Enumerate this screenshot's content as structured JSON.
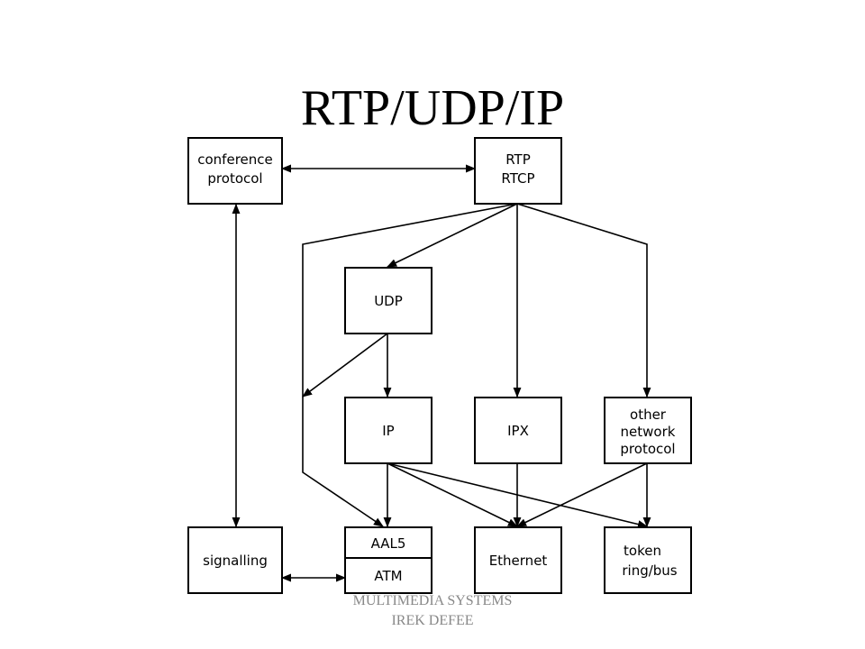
{
  "title": "RTP/UDP/IP",
  "boxes": {
    "conference": [
      "conference",
      "protocol"
    ],
    "rtp": [
      "RTP",
      "RTCP"
    ],
    "udp": [
      "UDP"
    ],
    "ip": [
      "IP"
    ],
    "ipx": [
      "IPX"
    ],
    "other": [
      "other",
      "network",
      "protocol"
    ],
    "signalling": [
      "signalling"
    ],
    "aal5": [
      "AAL5"
    ],
    "atm": [
      "ATM"
    ],
    "ethernet": [
      "Ethernet"
    ],
    "token": [
      "token",
      "ring/bus"
    ]
  },
  "footer": {
    "line1": "MULTIMEDIA SYSTEMS",
    "line2": "IREK DEFEE"
  }
}
